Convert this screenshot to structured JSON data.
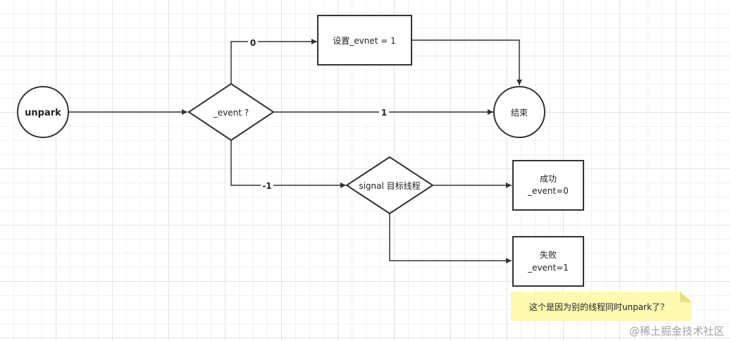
{
  "nodes": {
    "start": "unpark",
    "decision_event": "_event ?",
    "set_event": "设置_evnet = 1",
    "end": "结束",
    "signal": "signal 目标线程",
    "success_line1": "成功",
    "success_line2": "_event=0",
    "fail_line1": "失败",
    "fail_line2": "_event=1"
  },
  "edges": {
    "to_set_label": "0",
    "to_end_label": "1",
    "to_signal_label": "-1"
  },
  "note": "这个是因为别的线程同时unpark了？",
  "watermark": "@稀土掘金技术社区",
  "colors": {
    "stroke": "#333333",
    "note_fill": "#fff9b1",
    "note_fold": "#e8e080"
  }
}
